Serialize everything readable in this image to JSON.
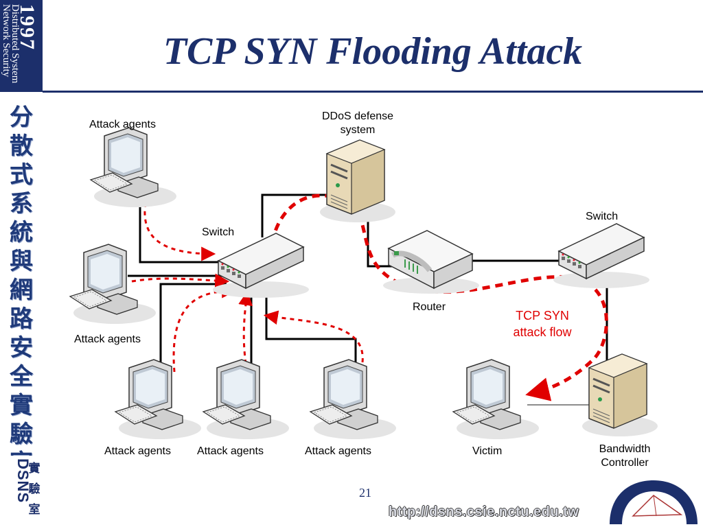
{
  "sidebar": {
    "year": "1997",
    "line1": "Distributed System",
    "line2": "Network Security",
    "vertical_cjk": "分散式系統與網路安全實驗室",
    "lab_code": "DSNS",
    "lab_cjk": "實驗室"
  },
  "title": "TCP SYN Flooding Attack",
  "labels": {
    "attack_agents_top": "Attack agents",
    "attack_agents_mid": "Attack agents",
    "attack_agents_b1": "Attack agents",
    "attack_agents_b2": "Attack agents",
    "attack_agents_b3": "Attack agents",
    "ddos_line1": "DDoS defense",
    "ddos_line2": "system",
    "switch_left": "Switch",
    "switch_right": "Switch",
    "router": "Router",
    "syn_line1": "TCP SYN",
    "syn_line2": "attack flow",
    "victim": "Victim",
    "bw_line1": "Bandwidth",
    "bw_line2": "Controller"
  },
  "colors": {
    "brand_navy": "#1c2f6b",
    "attack_red": "#e00000"
  },
  "footer": {
    "page_number": "21",
    "url": "http://dsns.csie.nctu.edu.tw"
  }
}
